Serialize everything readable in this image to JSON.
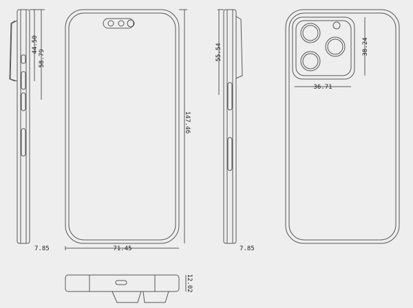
{
  "title": "Phone dimension technical drawing",
  "colors": {
    "background": "#eeeeee",
    "line": "#555555"
  },
  "dimensions": {
    "left_side_button_top": "44.50",
    "left_side_button_bottom": "58.79",
    "left_side_thickness": "7.85",
    "front_width": "71.45",
    "front_height": "147.46",
    "right_side_button": "55.54",
    "right_side_thickness": "7.85",
    "camera_bump_height": "38.24",
    "camera_bump_width": "36.71",
    "bottom_thickness": "12.02"
  },
  "views": [
    "left-side-view",
    "front-view",
    "right-side-view",
    "back-view",
    "bottom-view"
  ]
}
